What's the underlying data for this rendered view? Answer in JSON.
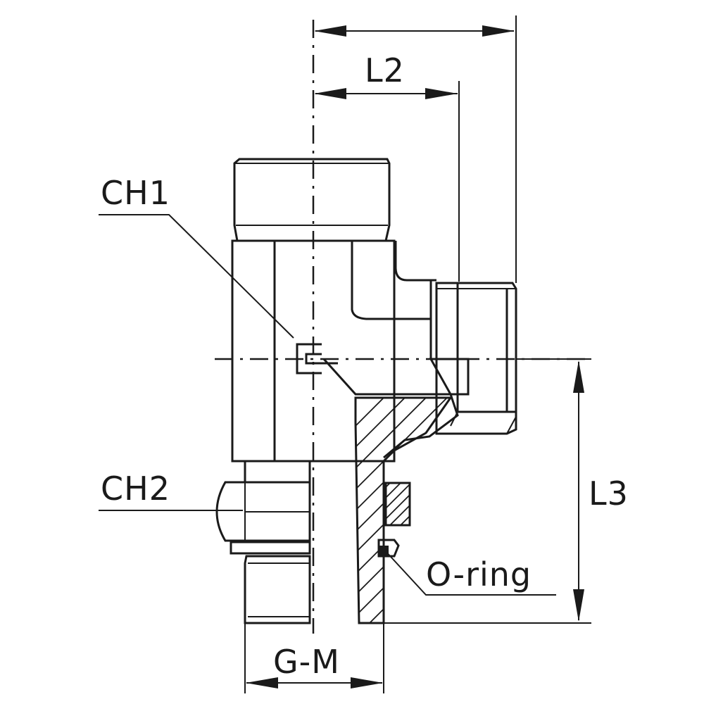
{
  "labels": {
    "ch1": "CH1",
    "ch2": "CH2",
    "l2": "L2",
    "l3": "L3",
    "g_m": "G-M",
    "o_ring": "O-ring"
  }
}
